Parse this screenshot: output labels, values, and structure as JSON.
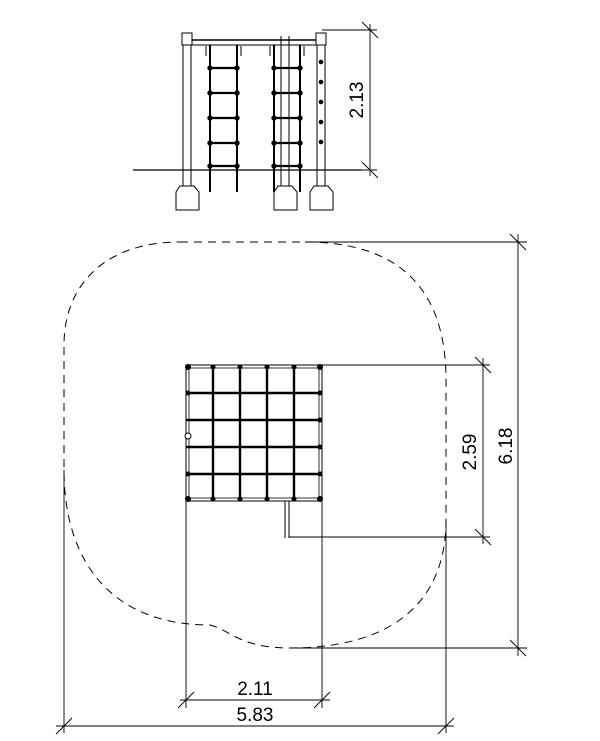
{
  "dimensions": {
    "elevation_height": "2.13",
    "frame_width": "2.11",
    "frame_depth": "2.59",
    "safety_zone_width": "5.83",
    "safety_zone_depth": "6.18"
  }
}
